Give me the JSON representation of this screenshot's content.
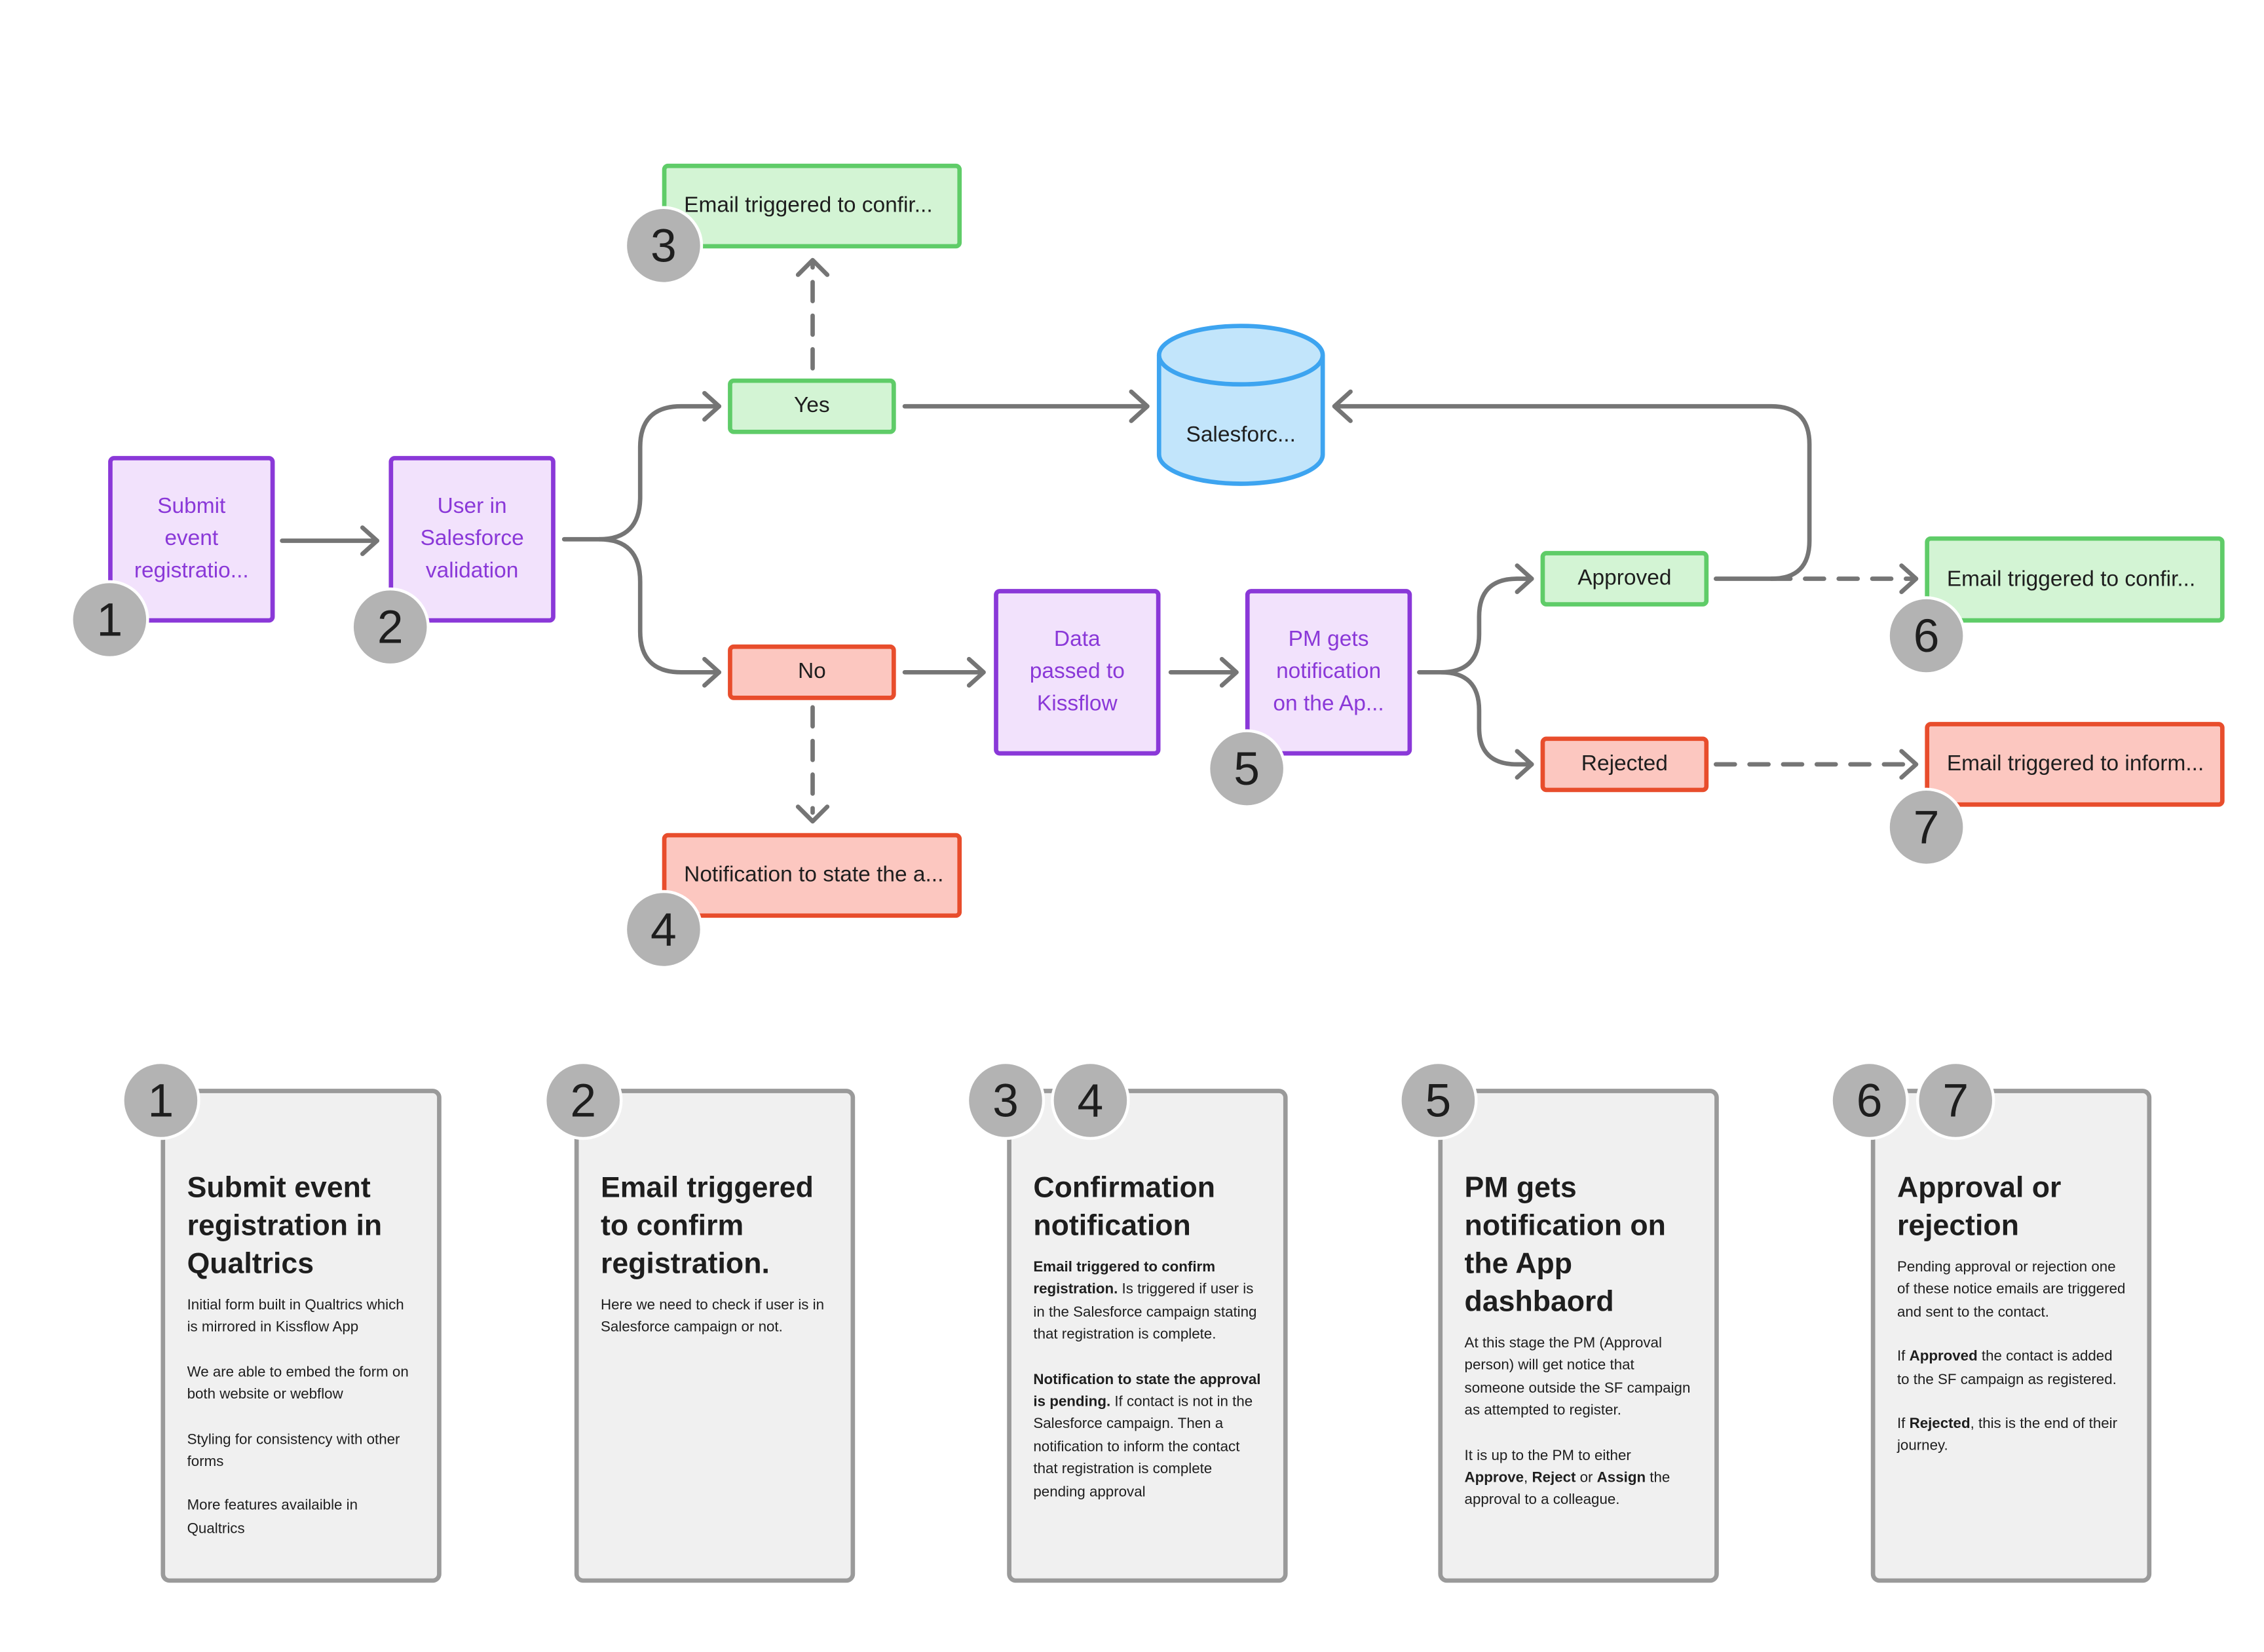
{
  "nodes": {
    "submit": "Submit\nevent\nregistratio...",
    "user_check": "User in\nSalesforce\nvalidation",
    "yes": "Yes",
    "no": "No",
    "email_confirm_top": "Email triggered to confir...",
    "notification_state": "Notification to state the a...",
    "salesforce_db": "Salesforc...",
    "data_passed": "Data\npassed to\nKissflow",
    "pm_gets": "PM gets\nnotification\non the Ap...",
    "approved": "Approved",
    "rejected": "Rejected",
    "email_confirm_right": "Email triggered to confir...",
    "email_inform_right": "Email triggered to inform..."
  },
  "badges": [
    "1",
    "2",
    "3",
    "4",
    "5",
    "6",
    "7"
  ],
  "cards": [
    {
      "badges": [
        "1"
      ],
      "title": "Submit event registration in Qualtrics",
      "paragraphs": [
        "Initial form built in Qualtrics which is mirrored in Kissflow App",
        "We are able to embed the form on both website or webflow",
        "Styling for consistency with other forms",
        "More features availaible  in Qualtrics"
      ]
    },
    {
      "badges": [
        "2"
      ],
      "title": "Email triggered to confirm registration.",
      "paragraphs": [
        "Here we need to check if user is in Salesforce campaign or not."
      ]
    },
    {
      "badges": [
        "3",
        "4"
      ],
      "title": "Confirmation notification",
      "p1_bold": "Email triggered to confirm registration.",
      "p1_text": " Is triggered if user is in the Salesforce campaign stating that registration is complete.",
      "p2_bold": "Notification to state the approval is pending.",
      "p2_text": " If contact is not in the Salesforce campaign. Then a notification to inform the contact that registration is complete pending approval"
    },
    {
      "badges": [
        "5"
      ],
      "title": "PM gets notification on the App dashbaord",
      "p1": "At this stage the PM (Approval person) will get notice that someone outside the SF campaign as attempted to register.",
      "p2_a": "It is up to the PM to either ",
      "p2_approve": "Approve",
      "p2_b": ", ",
      "p2_reject": "Reject",
      "p2_c": " or ",
      "p2_assign": "Assign",
      "p2_d": " the approval to a colleague."
    },
    {
      "badges": [
        "6",
        "7"
      ],
      "title": "Approval or rejection",
      "p1": "Pending approval or rejection one of these notice emails are triggered and sent to the contact.",
      "p2_a": "If ",
      "p2_bold": "Approved",
      "p2_b": " the contact is added to the SF campaign as registered.",
      "p3_a": "If ",
      "p3_bold": "Rejected",
      "p3_b": ", this is the end of their journey."
    }
  ],
  "colors": {
    "purple_fill": "#f2e2fc",
    "purple_stroke": "#8a38d8",
    "green_fill": "#d3f4d4",
    "green_stroke": "#5fcc68",
    "red_fill": "#fcc7c0",
    "red_stroke": "#e84d2c",
    "db_fill": "#c2e5fb",
    "db_stroke": "#3da4f0",
    "connector": "#757575",
    "badge": "#b3b3b3",
    "card_fill": "#f0f0f0",
    "card_stroke": "#9a9a9a"
  }
}
